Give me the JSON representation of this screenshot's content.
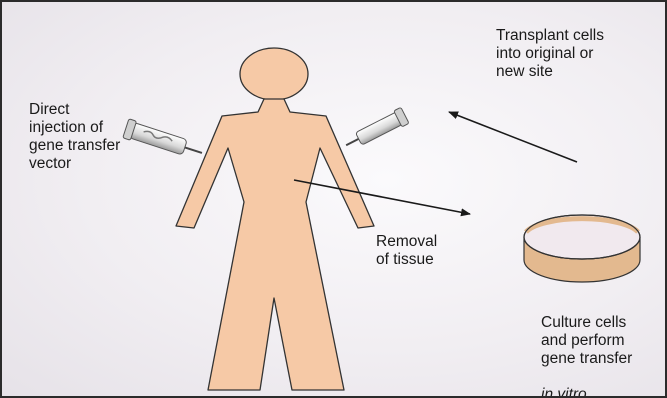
{
  "labels": {
    "direct_injection": "Direct\ninjection of\ngene transfer\nvector",
    "transplant": "Transplant cells\ninto original or\nnew site",
    "removal": "Removal\nof tissue",
    "culture": "Culture cells\nand perform\ngene transfer",
    "culture_in_vitro": "in vitro"
  },
  "colors": {
    "body_fill": "#f6c9a6",
    "body_stroke": "#333333",
    "dish_fill": "#e3b98f",
    "arrow": "#1a1a1a",
    "syringe": "#e6e6e6"
  },
  "icons": [
    "human-figure",
    "syringe-icon",
    "culture-dish-icon",
    "arrow"
  ]
}
